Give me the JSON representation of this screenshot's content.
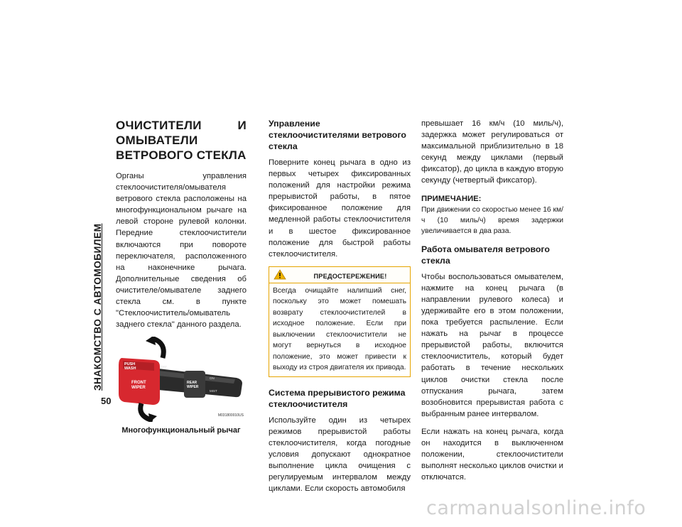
{
  "side_tab": "ЗНАКОМСТВО С АВТОМОБИЛЕМ",
  "page_number": "50",
  "col1": {
    "title": "ОЧИСТИТЕЛИ И ОМЫВАТЕЛИ ВЕТРОВОГО СТЕКЛА",
    "paragraph": "Органы управления стеклоочистителя/омывателя ветрового стекла расположены на многофункциональном рычаге на левой стороне рулевой колонки. Передние стеклоочистители включаются при повороте переключателя, расположенного на наконечнике рычага. Дополнительные сведения об очистителе/омывателе заднего стекла см. в пункте \"Стеклоочиститель/омыватель заднего стекла\" данного раздела.",
    "figure": {
      "labels": {
        "push_wash_1": "PUSH",
        "push_wash_2": "WASH",
        "front_wiper_1": "FRONT",
        "front_wiper_2": "WIPER",
        "rear_wiper_1": "REAR",
        "rear_wiper_2": "WIPER",
        "off": "OFF",
        "on": "ON",
        "mist": "MIST",
        "image_code": "M031800010US"
      },
      "caption": "Многофункциональный рычаг"
    }
  },
  "col2": {
    "heading1": "Управление стеклоочистителями ветрового стекла",
    "paragraph1": "Поверните конец рычага в одно из первых четырех фиксированных положений для настройки режима прерывистой работы, в пятое фиксированное положение для медленной работы стеклоочистителя и в шестое фиксированное положение для быстрой работы стеклоочистителя.",
    "warning_title": "ПРЕДОСТЕРЕЖЕНИЕ!",
    "warning_text": "Всегда очищайте налипший снег, поскольку это может помешать возврату стеклоочистителей в исходное положение. Если при выключении стеклоочистители не могут вернуться в исходное положение, это может привести к выходу из строя двигателя их привода.",
    "heading2": "Система прерывистого режима стеклоочистителя",
    "paragraph2": "Используйте один из четырех режимов прерывистой работы стеклоочистителя, когда погодные условия допускают однократное выполнение цикла очищения с регулируемым интервалом между циклами. Если скорость автомобиля"
  },
  "col3": {
    "paragraph1": "превышает 16 км/ч (10 миль/ч), задержка может регулироваться от максимальной приблизительно в 18 секунд между циклами (первый фиксатор), до цикла в каждую вторую секунду (четвертый фиксатор).",
    "note_title": "ПРИМЕЧАНИЕ:",
    "note_text": "При движении со скоростью менее 16 км/ч (10 миль/ч) время задержки увеличивается в два раза.",
    "heading": "Работа омывателя ветрового стекла",
    "paragraph2": "Чтобы воспользоваться омывателем, нажмите на конец рычага (в направлении рулевого колеса) и удерживайте его в этом положении, пока требуется распыление. Если нажать на рычаг в процессе прерывистой работы, включится стеклоочиститель, который будет работать в течение нескольких циклов очистки стекла после отпускания рычага, затем возобновится прерывистая работа с выбранным ранее интервалом.",
    "paragraph3": "Если нажать на конец рычага, когда он находится в выключенном положении, стеклоочистители выполнят несколько циклов очистки и отключатся."
  },
  "watermark": "carmanualsonline.info",
  "colors": {
    "lever_red": "#d7282f",
    "warning_border": "#e6a400"
  }
}
